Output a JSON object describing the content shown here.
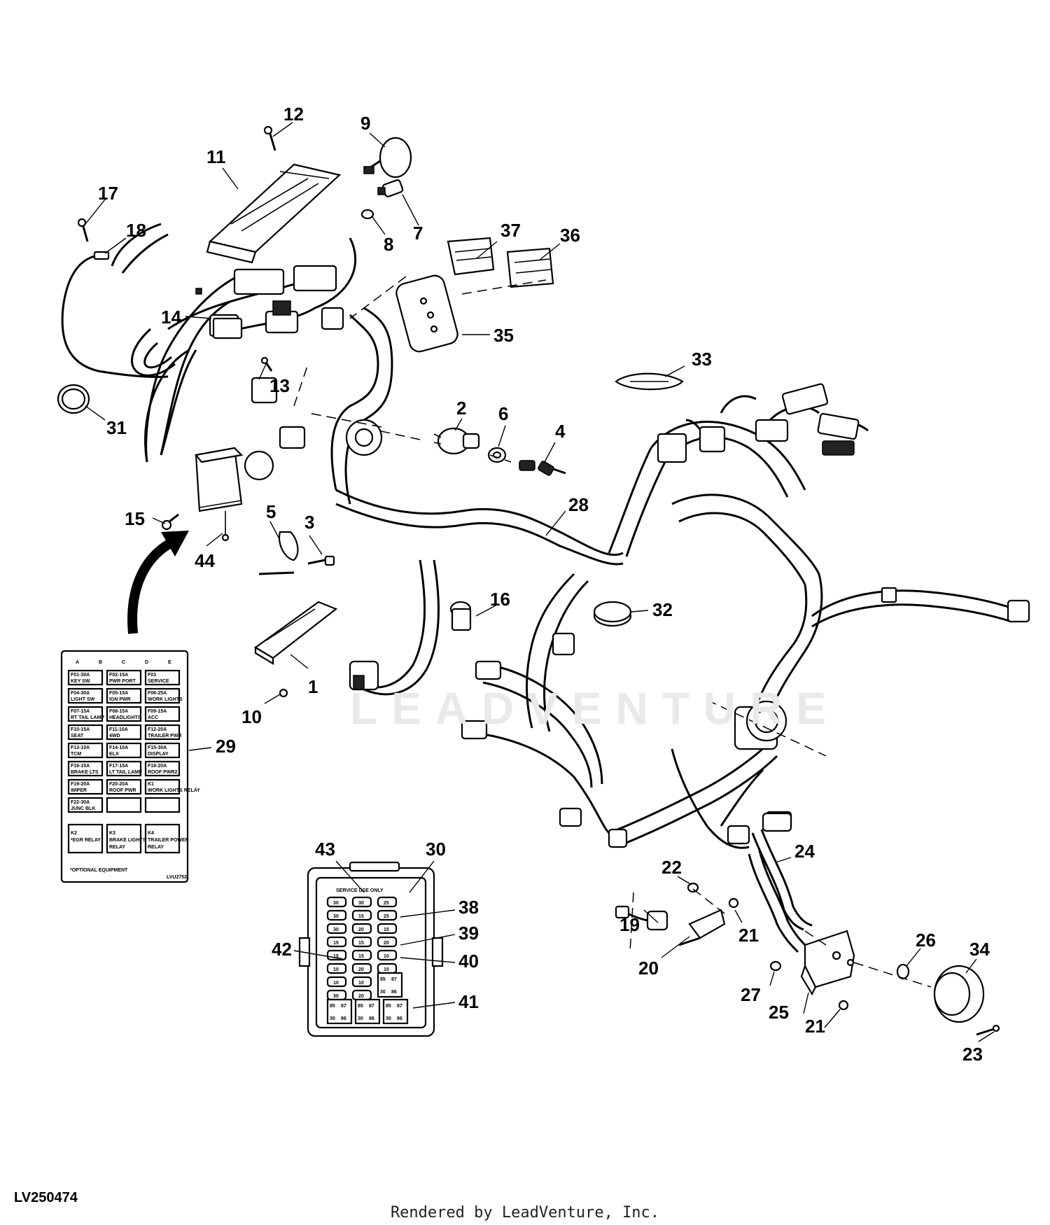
{
  "figure_id": "LV250474",
  "credit": "Rendered by LeadVenture, Inc.",
  "watermark": "LEADVENTURE",
  "callouts": [
    "1",
    "2",
    "3",
    "4",
    "5",
    "6",
    "7",
    "8",
    "9",
    "10",
    "11",
    "12",
    "13",
    "14",
    "15",
    "16",
    "17",
    "18",
    "19",
    "20",
    "21",
    "21",
    "22",
    "23",
    "24",
    "25",
    "26",
    "27",
    "28",
    "29",
    "30",
    "31",
    "32",
    "33",
    "34",
    "35",
    "36",
    "37",
    "38",
    "39",
    "40",
    "41",
    "42",
    "43",
    "44"
  ],
  "fuse_chart": {
    "columns": [
      "A",
      "B",
      "C",
      "D",
      "E"
    ],
    "fuses": [
      [
        "F01-30A KEY SW",
        "F02-15A PWR PORT",
        "F03 SERVICE"
      ],
      [
        "F04-30A LIGHT SW",
        "F05-15A IGN PWR",
        "F06-25A WORK LIGHTS"
      ],
      [
        "F07-15A RT TAIL LAMP",
        "F08-15A HEADLIGHTS",
        "F09-15A ACC"
      ],
      [
        "F10-15A SEAT",
        "F11-10A 4WD",
        "F12-20A TRAILER PWR"
      ],
      [
        "F13-10A TCM",
        "F14-10A ELX",
        "F15-30A DISPLAY"
      ],
      [
        "F16-15A BRAKE LTS",
        "F17-15A LT TAIL LAMP",
        "F18-20A ROOF PWR2"
      ],
      [
        "F19-20A WIPER",
        "F20-20A ROOF PWR",
        "K1 WORK LIGHTS RELAY"
      ],
      [
        "F22-30A JUNC BLK",
        "",
        ""
      ]
    ],
    "relays": [
      "K2 *EGR RELAY",
      "K3 BRAKE LIGHTS RELAY",
      "K4 TRAILER POWER RELAY"
    ],
    "footnote": "*OPTIONAL EQUIPMENT",
    "code": "LVU2752"
  },
  "fuse_block": {
    "header": "SERVICE USE ONLY",
    "rows": [
      [
        "30",
        "30",
        "25"
      ],
      [
        "30",
        "15",
        "25"
      ],
      [
        "30",
        "20",
        "15"
      ],
      [
        "15",
        "15",
        "20"
      ],
      [
        "15",
        "15",
        "10"
      ],
      [
        "10",
        "20",
        "10"
      ],
      [
        "10",
        "10",
        ""
      ],
      [
        "30",
        "20",
        ""
      ]
    ],
    "relay_pins": [
      "85",
      "87",
      "30",
      "86"
    ]
  }
}
